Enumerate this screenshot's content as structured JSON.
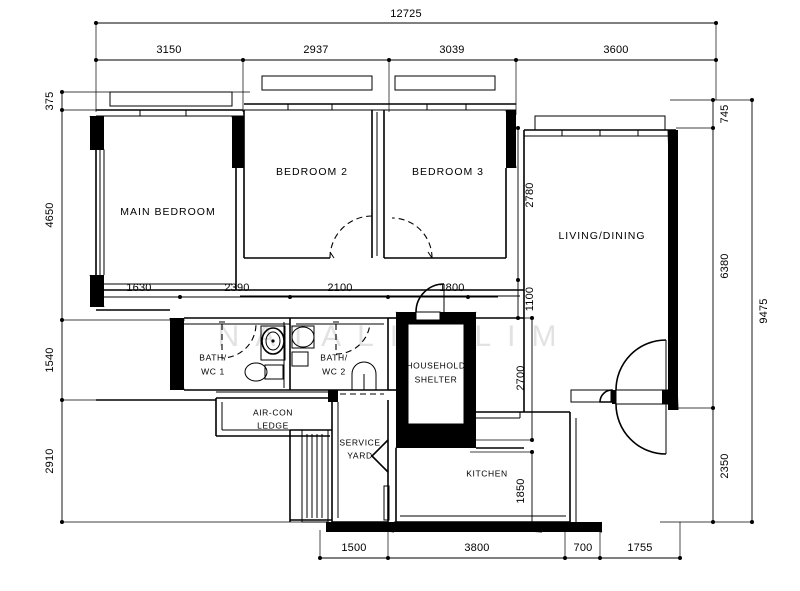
{
  "document": {
    "type": "architectural-floor-plan",
    "watermark": "NATALIE LIM",
    "units": "mm"
  },
  "rooms": [
    {
      "id": "main-bedroom",
      "label": "MAIN BEDROOM"
    },
    {
      "id": "bedroom-2",
      "label": "BEDROOM 2"
    },
    {
      "id": "bedroom-3",
      "label": "BEDROOM 3"
    },
    {
      "id": "living-dining",
      "label": "LIVING/DINING"
    },
    {
      "id": "bath-wc-1",
      "label_line1": "BATH/",
      "label_line2": "WC 1"
    },
    {
      "id": "bath-wc-2",
      "label_line1": "BATH/",
      "label_line2": "WC 2"
    },
    {
      "id": "household-shelter",
      "label_line1": "HOUSEHOLD",
      "label_line2": "SHELTER"
    },
    {
      "id": "air-con-ledge",
      "label_line1": "AIR-CON",
      "label_line2": "LEDGE"
    },
    {
      "id": "service-yard",
      "label_line1": "SERVICE",
      "label_line2": "YARD"
    },
    {
      "id": "kitchen",
      "label": "KITCHEN"
    }
  ],
  "dimensions": {
    "top_overall": "12725",
    "top_segments": [
      "3150",
      "2937",
      "3039",
      "3600"
    ],
    "left_segments": [
      "375",
      "4650",
      "1540",
      "2910"
    ],
    "right_overall": "9475",
    "right_segments": [
      "745",
      "6380",
      "2350"
    ],
    "bottom_segments": [
      "1500",
      "3800",
      "700",
      "1755"
    ],
    "interior_row": [
      "1630",
      "2390",
      "2100",
      "1800"
    ],
    "interior_vertical": [
      "2780",
      "1100",
      "2700",
      "1850"
    ]
  },
  "colors": {
    "ink": "#000000",
    "paper": "#ffffff",
    "watermark": "#e2e2e2"
  }
}
